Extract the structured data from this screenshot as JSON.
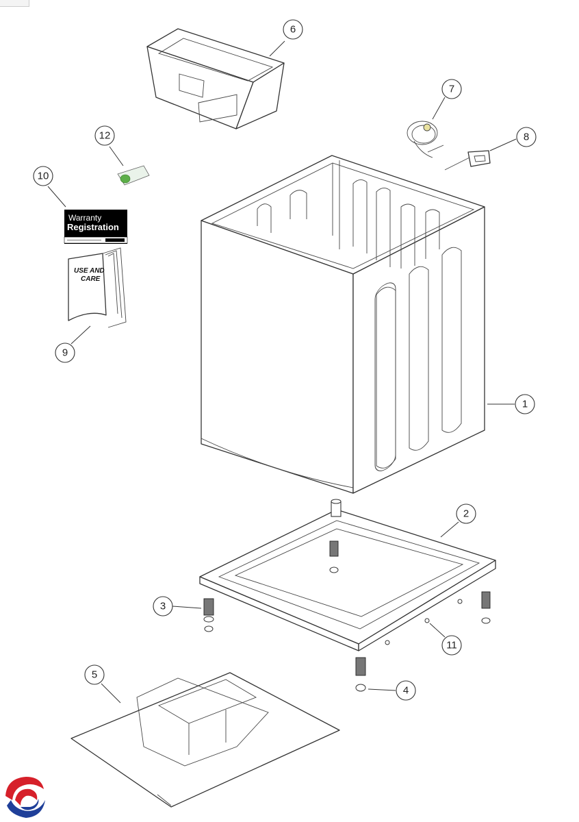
{
  "callouts": [
    {
      "id": "1",
      "label": "1"
    },
    {
      "id": "2",
      "label": "2"
    },
    {
      "id": "3",
      "label": "3"
    },
    {
      "id": "4",
      "label": "4"
    },
    {
      "id": "5",
      "label": "5"
    },
    {
      "id": "6",
      "label": "6"
    },
    {
      "id": "7",
      "label": "7"
    },
    {
      "id": "8",
      "label": "8"
    },
    {
      "id": "9",
      "label": "9"
    },
    {
      "id": "10",
      "label": "10"
    },
    {
      "id": "11",
      "label": "11"
    },
    {
      "id": "12",
      "label": "12"
    }
  ],
  "warranty_card": {
    "line1": "Warranty",
    "line2": "Registration"
  },
  "manual": {
    "line1": "USE AND",
    "line2": "CARE"
  },
  "logo": {
    "icon": "brand-swirl-logo",
    "colors": [
      "#d6202a",
      "#1f3f99"
    ]
  }
}
